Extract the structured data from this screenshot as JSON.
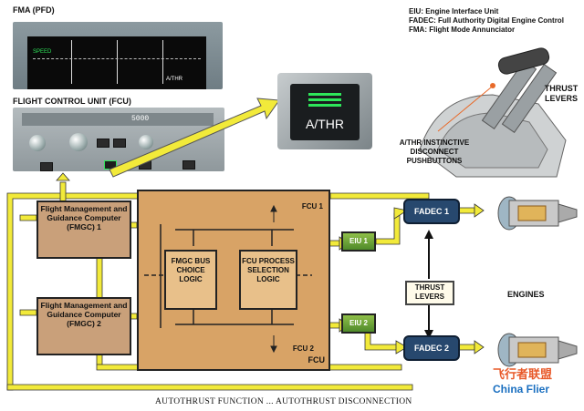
{
  "labels": {
    "fma_title": "FMA (PFD)",
    "fma_speed": "SPEED",
    "fma_athr": "A/THR",
    "fcu_title": "FLIGHT CONTROL UNIT (FCU)",
    "fcu_display": "5000",
    "athr_zoom": "A/THR",
    "thrust_levers": "THRUST LEVERS",
    "disconnect": "A/THR INSTINCTIVE DISCONNECT PUSHBUTTONS",
    "engines": "ENGINES",
    "caption": "AUTOTHRUST FUNCTION ... AUTOTHRUST DISCONNECTION"
  },
  "legend": [
    "EIU: Engine Interface Unit",
    "FADEC: Full Authority Digital Engine Control",
    "FMA: Flight Mode Annunciator"
  ],
  "diagram": {
    "fmgc1": "Flight Management and Guidance Computer (FMGC) 1",
    "fmgc2": "Flight Management and Guidance Computer (FMGC) 2",
    "fcu_box": "FCU",
    "fcu1": "FCU 1",
    "fcu2": "FCU 2",
    "bus_logic": "FMGC BUS CHOICE LOGIC",
    "process_logic": "FCU PROCESS SELECTION LOGIC",
    "eiu1": "EIU 1",
    "eiu2": "EIU 2",
    "fadec1": "FADEC 1",
    "fadec2": "FADEC 2",
    "thrust_levers_box": "THRUST LEVERS"
  },
  "watermark": {
    "cn": "飞行者联盟",
    "en": "China Flier"
  },
  "colors": {
    "arrow_yellow": "#f2ea3a",
    "fadec_blue": "#27486e",
    "eiu_green": "#6aa33a",
    "fcu_beige": "#d8a366"
  }
}
